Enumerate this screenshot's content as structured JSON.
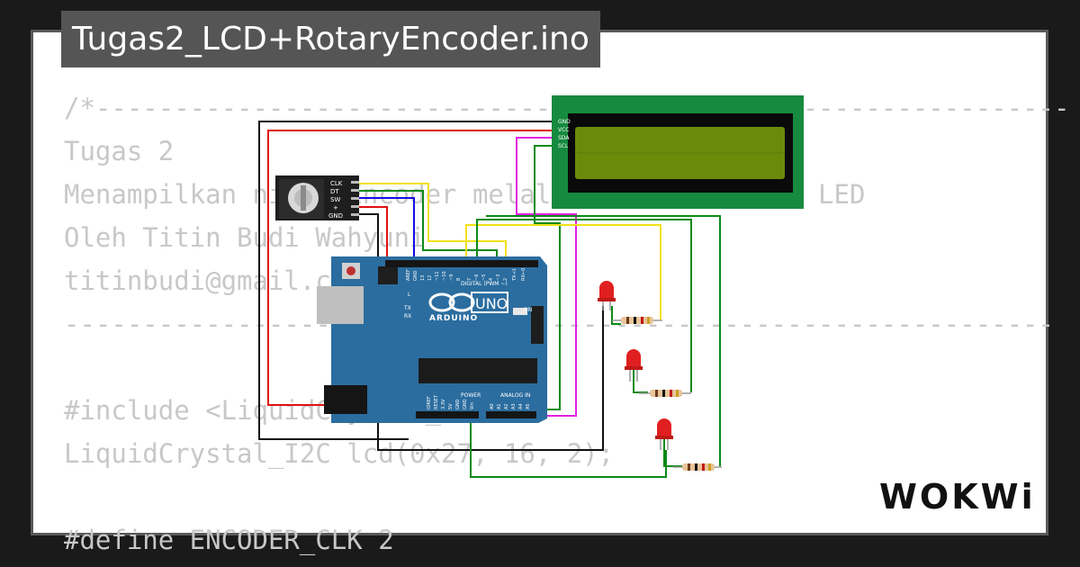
{
  "header": {
    "title": "Tugas2_LCD+RotaryEncoder.ino"
  },
  "code_lines": [
    "/*--------------------------------------------------------------",
    "Tugas 2",
    "Menampilkan nilai Encoder melalui LCD dan Nyala LED",
    "Oleh Titin Budi Wahyuni",
    "titinbudi@gmail.com",
    "---------------------------------------------------------------",
    "",
    "#include <LiquidCrystal_I2C.h>",
    "LiquidCrystal_I2C lcd(0x27, 16, 2);",
    "",
    "#define ENCODER_CLK 2"
  ],
  "lcd": {
    "pins": [
      "GND",
      "VCC",
      "SDA",
      "SCL"
    ]
  },
  "encoder": {
    "pins": [
      "CLK",
      "DT",
      "SW",
      "+",
      "GND"
    ]
  },
  "arduino": {
    "brand": "ARDUINO",
    "model": "UNO",
    "digital_label": "DIGITAL (PWM ~)",
    "power_label": "POWER",
    "analog_label": "ANALOG IN",
    "on_label": "ON",
    "l_label": "L",
    "tx_label": "TX",
    "rx_label": "RX",
    "digital_pins": [
      "AREF",
      "GND",
      "13",
      "12",
      "~11",
      "~10",
      "~9",
      "8",
      "7",
      "~6",
      "~5",
      "4",
      "~3",
      "2",
      "TX→1",
      "RX←0"
    ],
    "power_pins": [
      "IOREF",
      "RESET",
      "3.3V",
      "5V",
      "GND",
      "GND",
      "Vin"
    ],
    "analog_pins": [
      "A0",
      "A1",
      "A2",
      "A3",
      "A4",
      "A5"
    ]
  },
  "leds": [
    "led-1",
    "led-2",
    "led-3"
  ],
  "brand": {
    "logo": "WOKWi"
  },
  "colors": {
    "pcb": "#2b6d9f",
    "lcd_board": "#168a3e",
    "lcd_screen": "#6a8b0a",
    "wire_red": "#e01010",
    "wire_black": "#111111",
    "wire_green": "#0b8a18",
    "wire_yellow": "#f3e01a",
    "wire_blue": "#1010e0",
    "wire_magenta": "#e020e0",
    "led_red": "#e02020"
  }
}
